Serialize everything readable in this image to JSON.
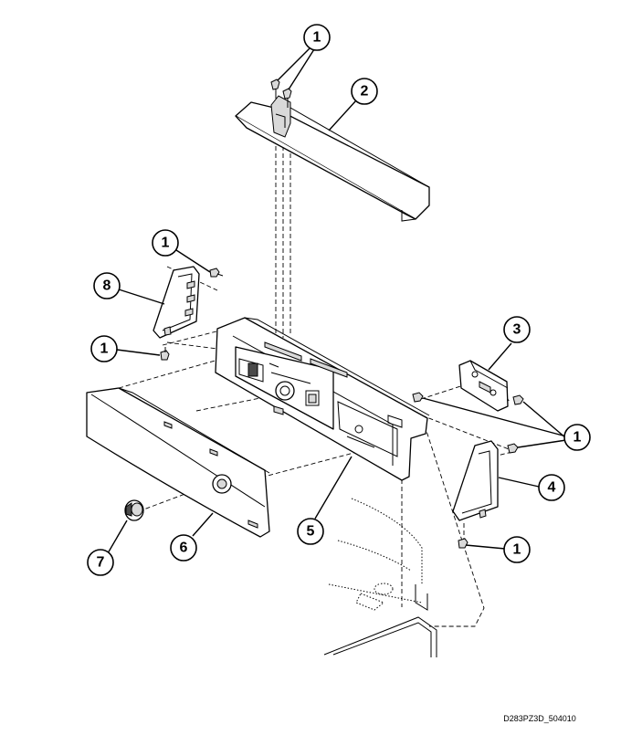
{
  "callouts": {
    "top_screws": "1",
    "top_cover": "2",
    "right_bracket": "3",
    "right_screws": "1",
    "right_end_cap": "4",
    "control_panel": "5",
    "front_panel": "6",
    "knob": "7",
    "left_end_cap": "8",
    "left_top_screw": "1",
    "left_bottom_screw": "1",
    "bottom_screw": "1"
  },
  "drawing_code": "D283PZ3D_504010"
}
